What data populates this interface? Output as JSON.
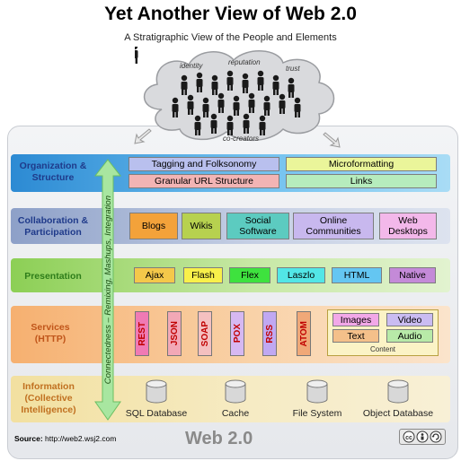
{
  "header": {
    "title": "Yet Another View of Web 2.0",
    "subtitle": "A Stratigraphic View of the People and Elements"
  },
  "cloud": {
    "words": [
      "identity",
      "reputation",
      "trust",
      "co-creators"
    ]
  },
  "arrow_text": "Connectedness – Remixing, Mashups, Integration",
  "layers": {
    "organization": {
      "label": "Organization & Structure",
      "items": [
        "Tagging and Folksonomy",
        "Microformatting",
        "Granular URL Structure",
        "Links"
      ]
    },
    "collaboration": {
      "label": "Collaboration & Participation",
      "items": [
        "Blogs",
        "Wikis",
        "Social Software",
        "Online Communities",
        "Web Desktops"
      ]
    },
    "presentation": {
      "label": "Presentation",
      "items": [
        "Ajax",
        "Flash",
        "Flex",
        "Laszlo",
        "HTML",
        "Native"
      ]
    },
    "services": {
      "label": "Services (HTTP)",
      "items": [
        "REST",
        "JSON",
        "SOAP",
        "POX",
        "RSS",
        "ATOM"
      ],
      "content": {
        "items": [
          "Images",
          "Video",
          "Text",
          "Audio"
        ],
        "caption": "Content"
      }
    },
    "information": {
      "label": "Information (Collective Intelligence)",
      "items": [
        "SQL Database",
        "Cache",
        "File System",
        "Object Database"
      ]
    }
  },
  "footer": {
    "source_label": "Source:",
    "source_url": "http://web2.wsj2.com",
    "brand": "Web 2.0",
    "license_icons": [
      "cc-icon",
      "by-icon",
      "sa-icon"
    ]
  },
  "colors": {
    "org_band": "#2f8fd6",
    "collab_band": "#6e86b8",
    "pres_band": "#65b531",
    "services_band": "#f0a050",
    "info_band": "#e0c070",
    "arrow": "#a8e6a0"
  }
}
